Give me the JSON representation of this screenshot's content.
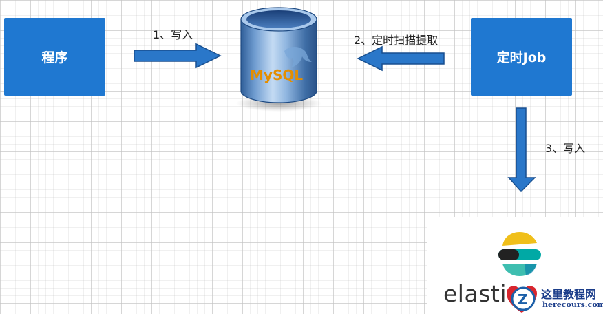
{
  "nodes": {
    "program": "程序",
    "job": "定时Job",
    "database_logo": "MySQL",
    "search_logo_text": "elastic"
  },
  "edges": [
    {
      "label": "1、写入"
    },
    {
      "label": "2、定时扫描提取"
    },
    {
      "label": "3、写入"
    }
  ],
  "watermark": {
    "title": "这里教程网",
    "url": "herecours.com"
  },
  "colors": {
    "box": "#1f78d1",
    "arrow": "#2a77c9",
    "arrow_edge": "#184f8f"
  }
}
